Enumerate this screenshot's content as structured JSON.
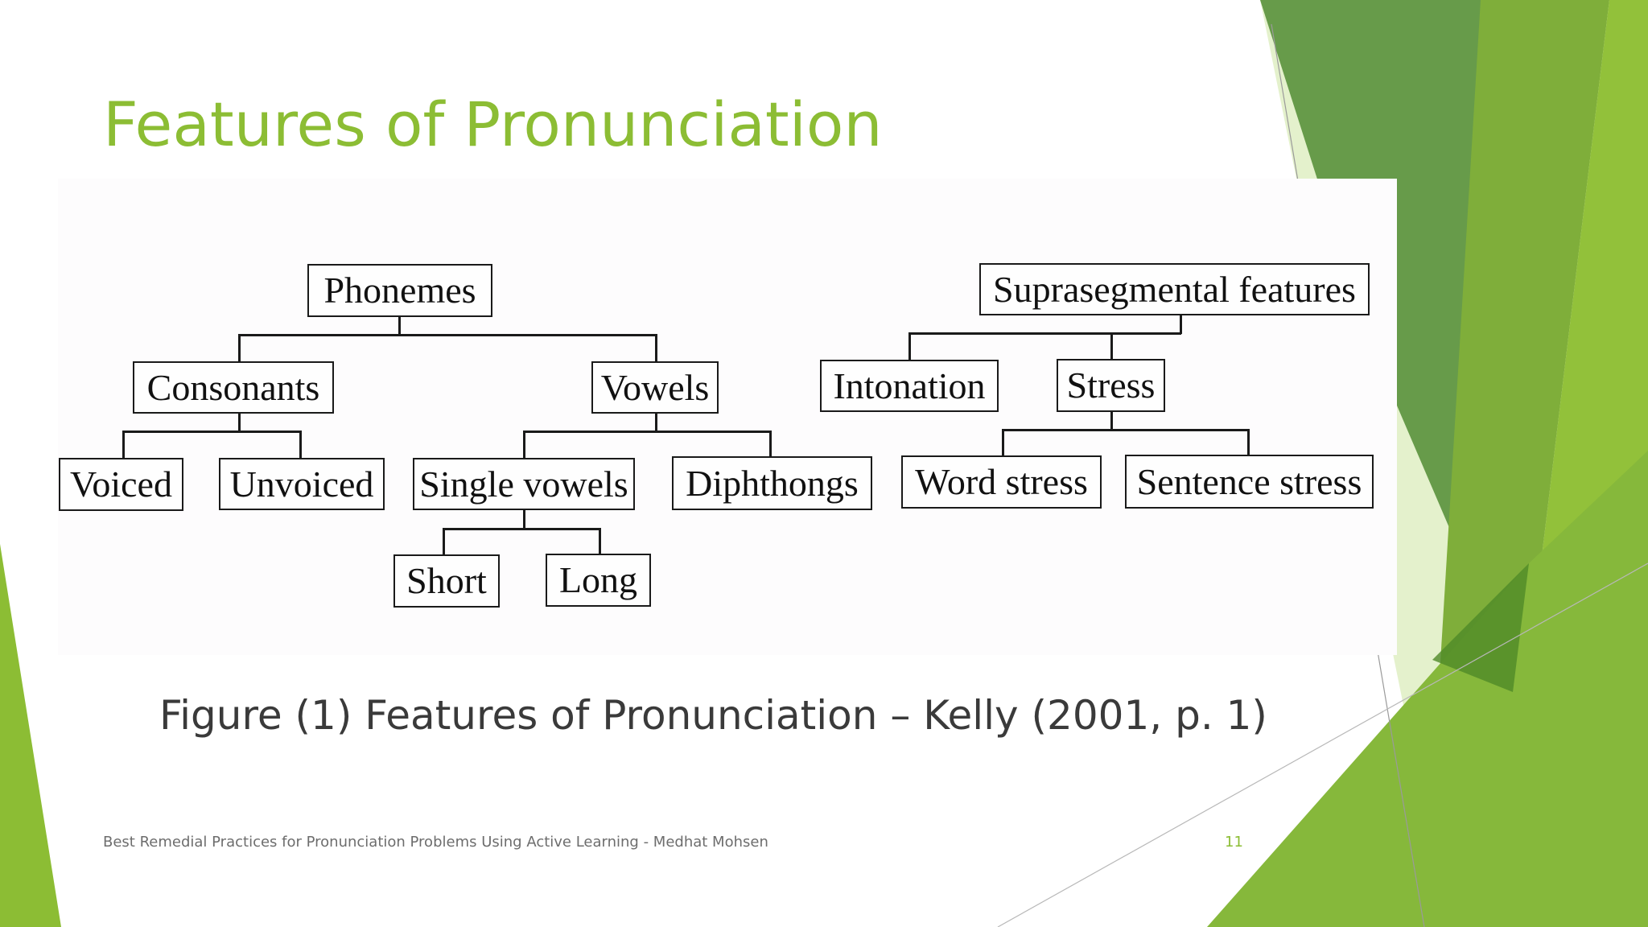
{
  "title": "Features of Pronunciation",
  "diagram": {
    "nodes": {
      "phonemes": "Phonemes",
      "consonants": "Consonants",
      "vowels": "Vowels",
      "voiced": "Voiced",
      "unvoiced": "Unvoiced",
      "single_vowels": "Single vowels",
      "diphthongs": "Diphthongs",
      "short": "Short",
      "long": "Long",
      "suprasegmental": "Suprasegmental features",
      "intonation": "Intonation",
      "stress": "Stress",
      "word_stress": "Word stress",
      "sentence_stress": "Sentence stress"
    },
    "edges": [
      [
        "phonemes",
        "consonants"
      ],
      [
        "phonemes",
        "vowels"
      ],
      [
        "consonants",
        "voiced"
      ],
      [
        "consonants",
        "unvoiced"
      ],
      [
        "vowels",
        "single_vowels"
      ],
      [
        "vowels",
        "diphthongs"
      ],
      [
        "single_vowels",
        "short"
      ],
      [
        "single_vowels",
        "long"
      ],
      [
        "suprasegmental",
        "intonation"
      ],
      [
        "suprasegmental",
        "stress"
      ],
      [
        "stress",
        "word_stress"
      ],
      [
        "stress",
        "sentence_stress"
      ]
    ]
  },
  "caption": "Figure (1) Features of Pronunciation – Kelly (2001, p. 1)",
  "footer": "Best Remedial Practices for Pronunciation Problems Using Active Learning - Medhat Mohsen",
  "page_number": "11",
  "colors": {
    "accent": "#8cbd34",
    "green_dark": "#5f9a3a",
    "green_light": "#d9ebb6"
  }
}
